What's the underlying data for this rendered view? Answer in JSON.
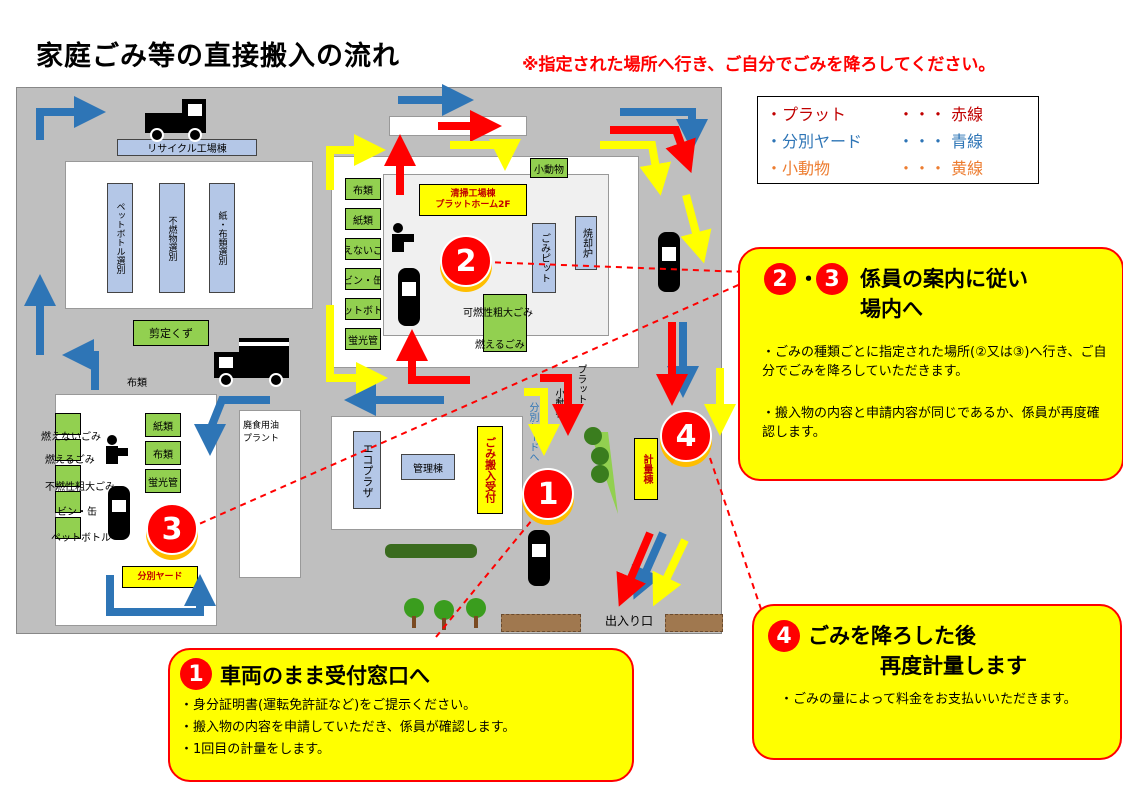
{
  "title": "家庭ごみ等の直接搬入の流れ",
  "notice": "※指定された場所へ行き、ご自分でごみを降ろしてください。",
  "legend": {
    "rows": [
      {
        "name": "・プラット",
        "line": "・・・ 赤線",
        "color": "#c00000"
      },
      {
        "name": "・分別ヤード",
        "line": "・・・ 青線",
        "color": "#2e75b6"
      },
      {
        "name": "・小動物",
        "line": "・・・ 黄線",
        "color": "#ed7d31"
      }
    ]
  },
  "map": {
    "recycle_building": "リサイクル工場棟",
    "recycle_sections": [
      "ペットボトル選別",
      "不燃物選別",
      "紙・布類選別"
    ],
    "pruned_branches": "剪定くず",
    "cloth_label": "布類",
    "sort_yard_left": [
      "燃えないごみ",
      "燃えるごみ",
      "不燃性粗大ごみ",
      "ビン・缶",
      "ペットボトル"
    ],
    "sort_yard_right": [
      "紙類",
      "布類",
      "蛍光管"
    ],
    "sort_yard_name": "分別ヤード",
    "waste_oil_plant": "廃食用油\nプラント",
    "cleaning_plant": "清掃工場棟\nプラットホーム2F",
    "plant_left_items": [
      "布類",
      "紙類",
      "燃えないごみ",
      "ビン・缶",
      "ペットボトル",
      "蛍光管"
    ],
    "small_animals": "小動物",
    "garbage_pit": "ごみピット",
    "incinerator": "焼却炉",
    "combustible_bulky": "可燃性粗大ごみ",
    "combustible": "燃えるごみ",
    "eco_plaza": "エコプラザ",
    "admin_building": "管理棟",
    "reception": "ごみ搬入受付",
    "weighing": "計量棟",
    "to_sort_yard": "分別ヤードへ",
    "to_small_animals": "小動物",
    "to_platform": "プラット",
    "entrance": "出入り口"
  },
  "callouts": {
    "c1": {
      "num": "1",
      "title": "車両のまま受付窓口へ",
      "lines": [
        "・身分証明書(運転免許証など)をご提示ください。",
        "・搬入物の内容を申請していただき、係員が確認します。",
        "・1回目の計量をします。"
      ]
    },
    "c23": {
      "num_a": "2",
      "sep": "・",
      "num_b": "3",
      "title_1": "係員の案内に従い",
      "title_2": "場内へ",
      "lines": [
        "・ごみの種類ごとに指定された場所(②又は③)へ行き、ご自分でごみを降ろしていただきます。",
        "・搬入物の内容と申請内容が同じであるか、係員が再度確認します。"
      ]
    },
    "c4": {
      "num": "4",
      "title_1": "ごみを降ろした後",
      "title_2": "再度計量します",
      "lines": [
        "・ごみの量によって料金をお支払いいただきます。"
      ]
    }
  },
  "markers": [
    "1",
    "2",
    "3",
    "4"
  ]
}
